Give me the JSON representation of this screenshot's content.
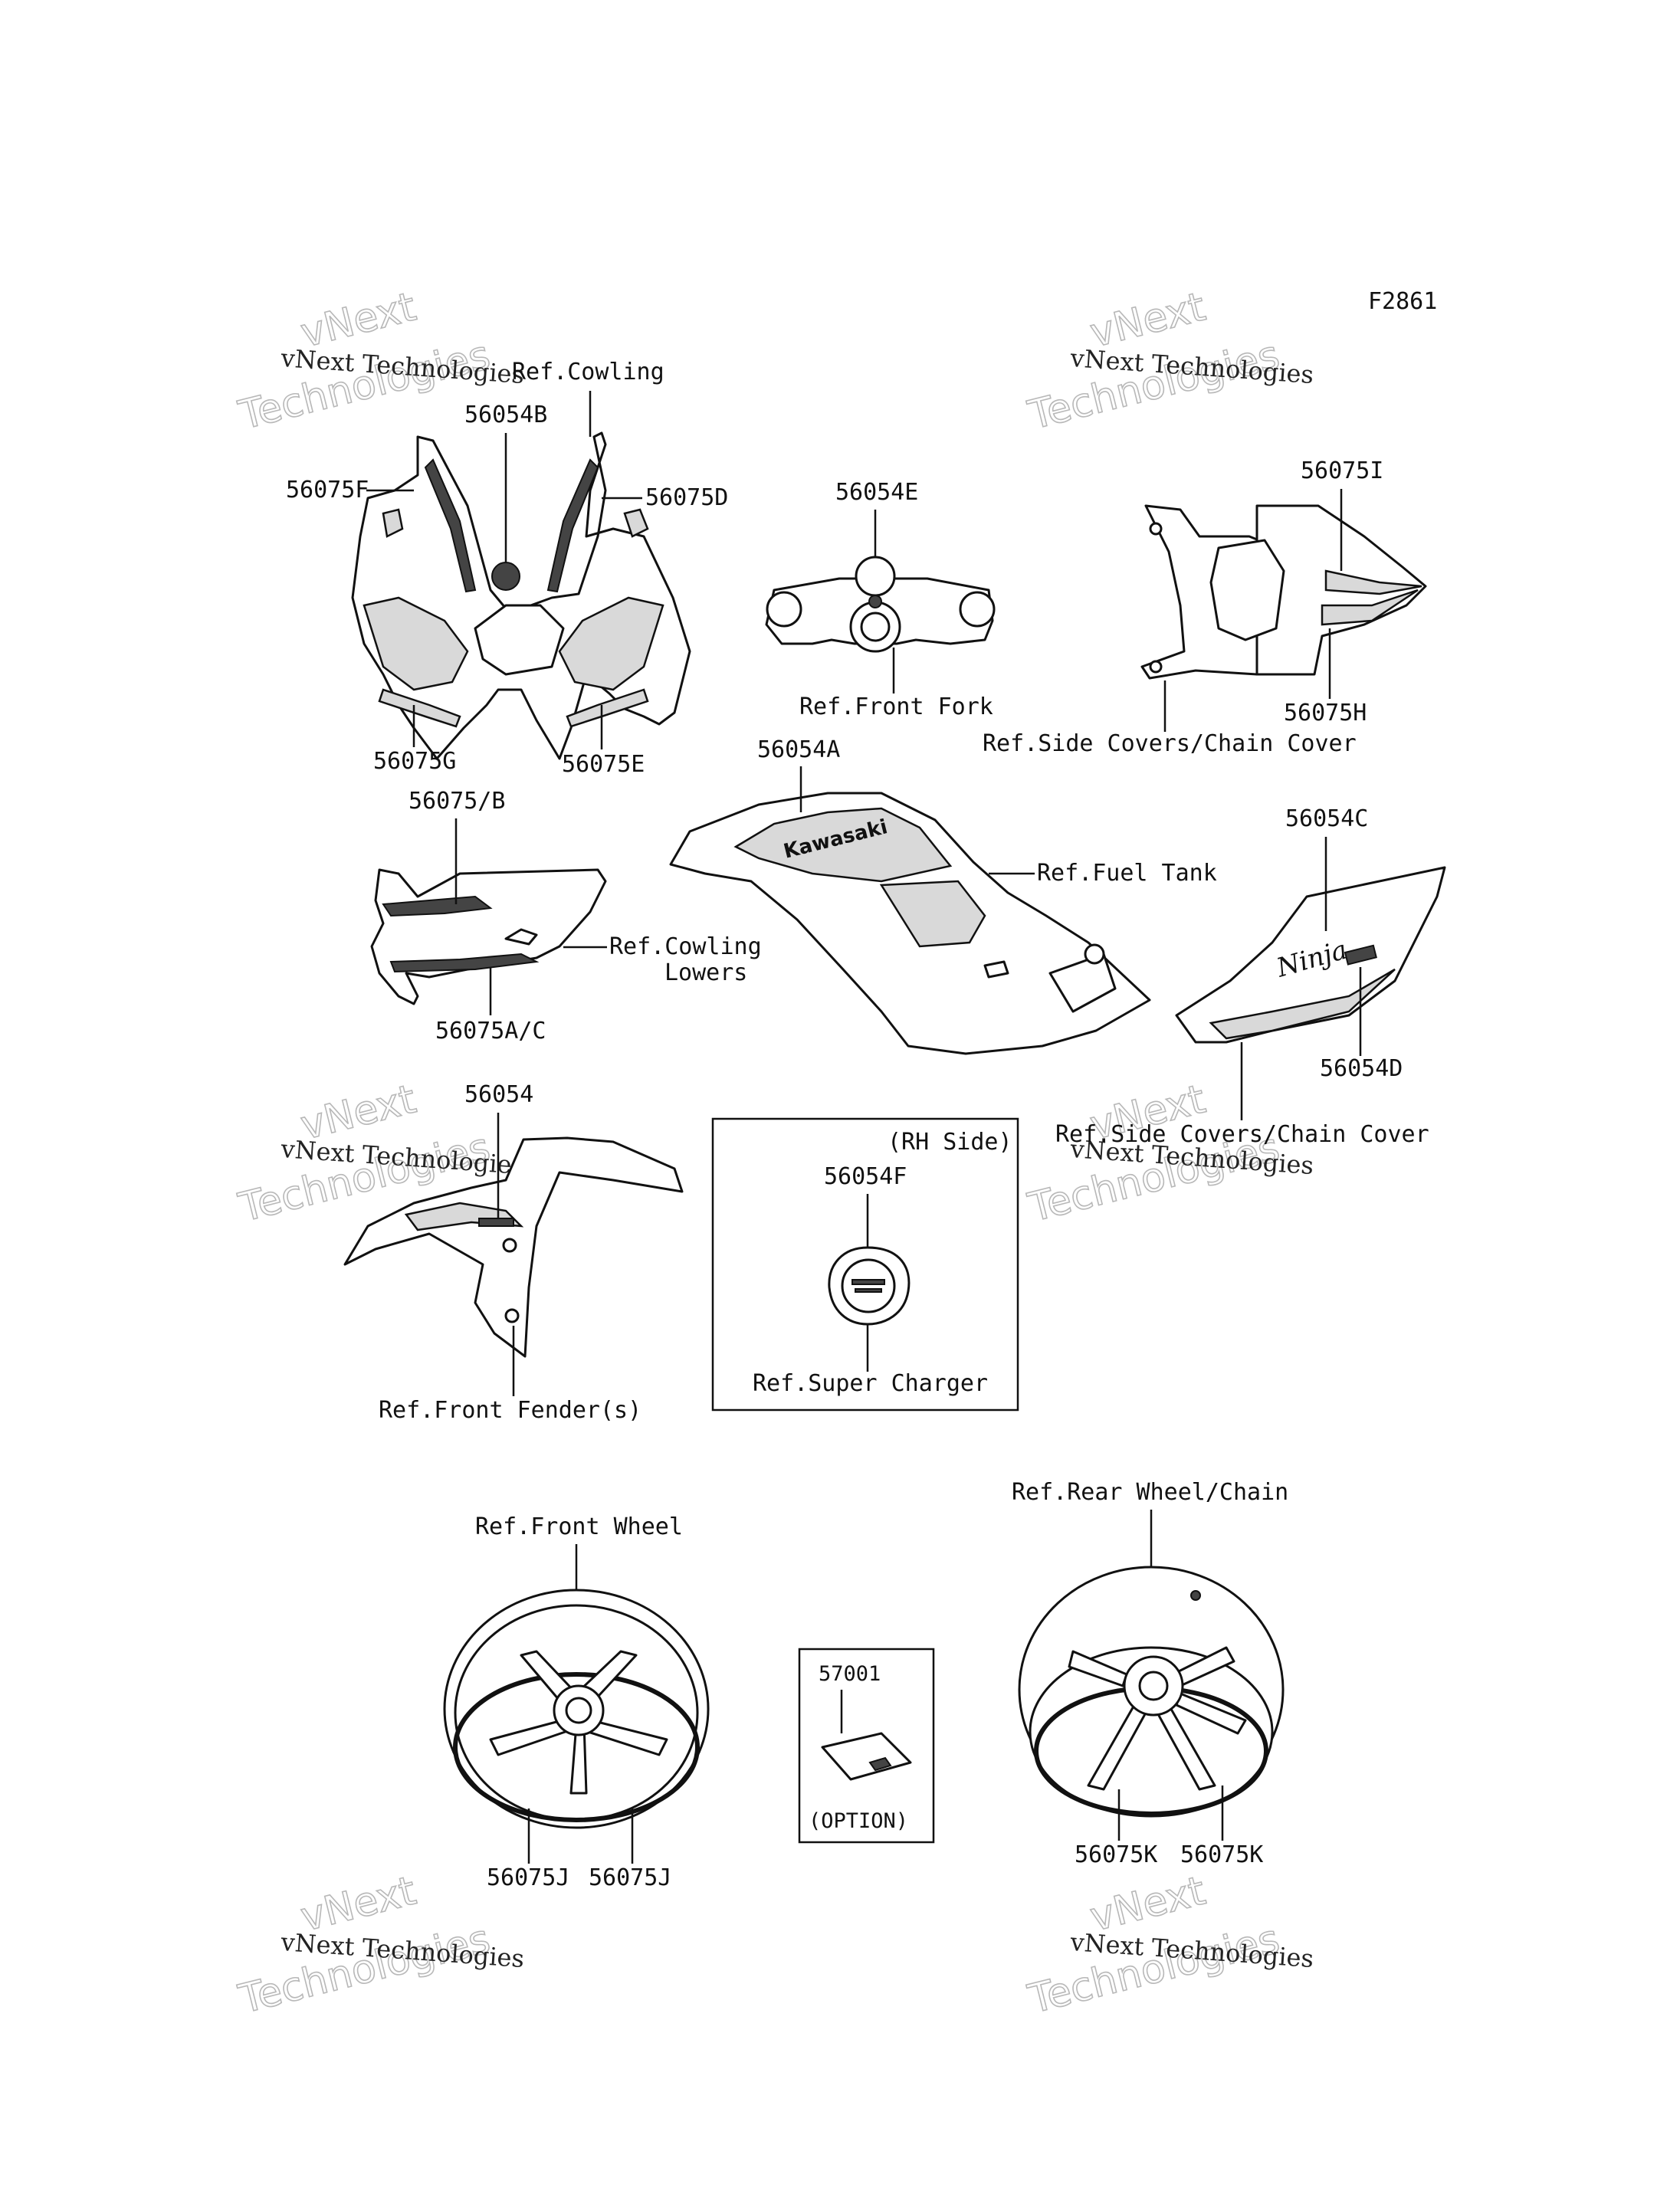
{
  "figure_id": "F2861",
  "watermark": {
    "line1": "vNext",
    "line2": "Technologies",
    "small": "vNext Technologies"
  },
  "labels": {
    "ref_cowling": "Ref.Cowling",
    "p56054B": "56054B",
    "p56075F": "56075F",
    "p56075D": "56075D",
    "p56075G": "56075G",
    "p56075E": "56075E",
    "p56054E": "56054E",
    "ref_front_fork": "Ref.Front Fork",
    "p56075I": "56075I",
    "p56075H": "56075H",
    "ref_side_covers_1": "Ref.Side Covers/Chain Cover",
    "p56054A": "56054A",
    "ref_fuel_tank": "Ref.Fuel Tank",
    "p56075B": "56075/B",
    "ref_cowling_lowers_1": "Ref.Cowling",
    "ref_cowling_lowers_2": "Lowers",
    "p56075AC": "56075A/C",
    "p56054C": "56054C",
    "p56054D": "56054D",
    "ref_side_covers_2": "Ref.Side Covers/Chain Cover",
    "p56054": "56054",
    "ref_front_fender": "Ref.Front Fender(s)",
    "rh_side": "(RH Side)",
    "p56054F": "56054F",
    "ref_super_charger": "Ref.Super Charger",
    "ref_front_wheel": "Ref.Front Wheel",
    "p56075J_1": "56075J",
    "p56075J_2": "56075J",
    "p57001": "57001",
    "option": "(OPTION)",
    "ref_rear_wheel": "Ref.Rear Wheel/Chain",
    "p56075K_1": "56075K",
    "p56075K_2": "56075K"
  },
  "decal_text": {
    "tank": "Kawasaki",
    "side": "Ninja"
  }
}
